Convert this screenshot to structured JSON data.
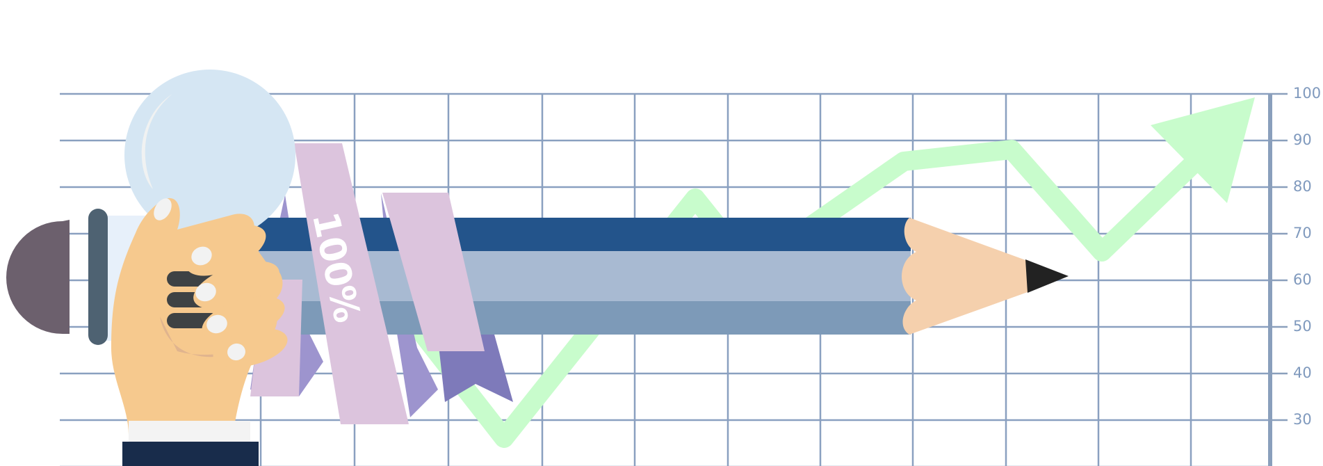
{
  "scale": {
    "ticks": [
      "100",
      "90",
      "80",
      "70",
      "60",
      "50",
      "40",
      "30"
    ]
  },
  "ribbon": {
    "label": "100%"
  },
  "colors": {
    "background": "#ffffff",
    "grid": "#8aa0c0",
    "axis": "#8a9fbc",
    "tick_text": "#7f99bd",
    "trend_arrow": "#c8fccc",
    "pencil_dark": "#23548b",
    "pencil_mid": "#a8bad2",
    "pencil_light": "#7d9ab8",
    "pencil_wood": "#f5d0ad",
    "pencil_lead": "#222222",
    "ribbon_pink": "#dcc4dd",
    "ribbon_violet": "#9d94ce",
    "ribbon_dark_violet": "#7e7aba",
    "bulb_glass": "#d5e6f3",
    "bulb_base": "#3e4244",
    "skin": "#f6c98e",
    "skin_shadow": "#e0b48e",
    "nails": "#f2f2f2",
    "sleeve": "#182c4b",
    "cuff": "#f3f3f3",
    "mic_head": "#6c606d",
    "mic_ring": "#4e6272",
    "mic_body": "#e7f0fa"
  },
  "icons": [
    "light-bulb-icon",
    "pencil-icon",
    "trend-arrow-icon",
    "ribbon-icon",
    "hand-icon",
    "microphone-icon"
  ]
}
